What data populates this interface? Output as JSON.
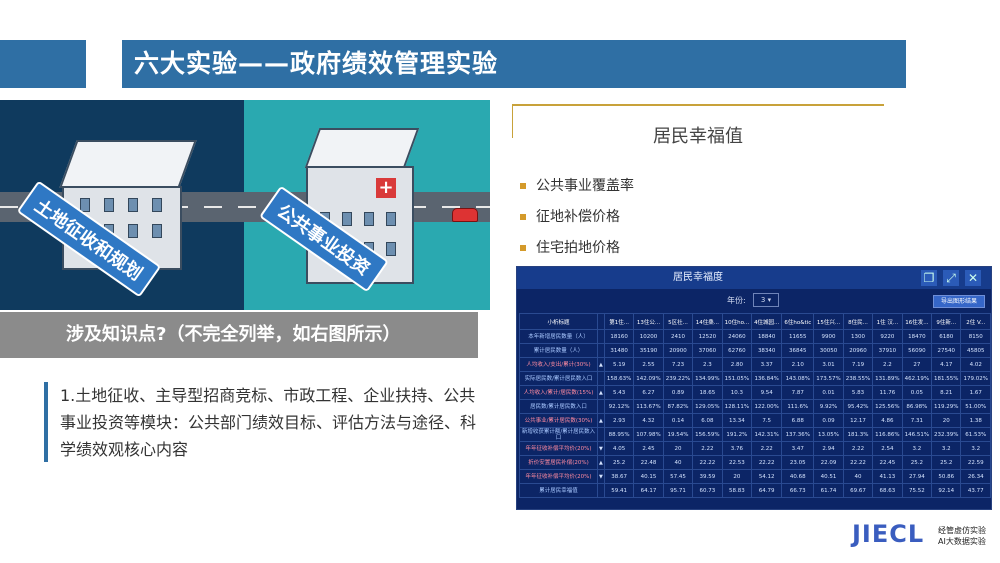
{
  "title": "六大实验——政府绩效管理实验",
  "illustration": {
    "sign_left": "土地征收和规划",
    "sign_right": "公共事业投资"
  },
  "knowledge_banner": "涉及知识点?（不完全列举，如右图所示）",
  "bullet_text": "1.土地征收、主导型招商竞标、市政工程、企业扶持、公共事业投资等模块：公共部门绩效目标、评估方法与途径、科学绩效观核心内容",
  "panel": {
    "title": "居民幸福值",
    "items": [
      "公共事业覆盖率",
      "征地补偿价格",
      "住宅拍地价格"
    ]
  },
  "dashboard": {
    "title": "居民幸福度",
    "year_label": "年份:",
    "year_value": "3",
    "export_label": "导出图形结果",
    "columns": [
      "小析标题",
      "",
      "第1住...",
      "13住公...",
      "5区社...",
      "14住桑...",
      "10住ho...",
      "4住城园...",
      "6住ho&tic",
      "15住兴...",
      "8住民...",
      "1住 汉...",
      "16住发...",
      "9住新...",
      "2住 V..."
    ],
    "rows": [
      {
        "label": "本年新增居民数量（人）",
        "marker": "",
        "values": [
          "18160",
          "10200",
          "2410",
          "12520",
          "24060",
          "18840",
          "11655",
          "9900",
          "1300",
          "9220",
          "18470",
          "6180",
          "8150"
        ]
      },
      {
        "label": "累计居民数量（人）",
        "marker": "",
        "values": [
          "31480",
          "35190",
          "20900",
          "37060",
          "62760",
          "38340",
          "36845",
          "30050",
          "20960",
          "37910",
          "56090",
          "27540",
          "45805"
        ]
      },
      {
        "label": "人均收入/支出/累计(30%)",
        "marker": "▲",
        "values": [
          "5.19",
          "2.55",
          "7.23",
          "2.3",
          "2.80",
          "3.37",
          "2.10",
          "3.01",
          "7.19",
          "2.2",
          "27",
          "4.17",
          "4.02"
        ]
      },
      {
        "label": "实际居民数/累计居民数入口",
        "marker": "",
        "values": [
          "158.63%",
          "142.09%",
          "239.22%",
          "134.99%",
          "151.05%",
          "136.84%",
          "143.08%",
          "173.57%",
          "238.55%",
          "131.89%",
          "462.19%",
          "181.55%",
          "179.02%"
        ]
      },
      {
        "label": "人均收入/累计/居民数(15%)",
        "marker": "▲",
        "values": [
          "5.43",
          "6.27",
          "0.89",
          "18.65",
          "10.3",
          "9.54",
          "7.87",
          "0.01",
          "5.83",
          "11.76",
          "0.05",
          "8.21",
          "1.67"
        ]
      },
      {
        "label": "居民数/累计居民数入口",
        "marker": "",
        "values": [
          "92.12%",
          "113.67%",
          "87.82%",
          "129.05%",
          "128.11%",
          "122.00%",
          "111.6%",
          "9.92%",
          "95.42%",
          "125.56%",
          "86.98%",
          "119.29%",
          "51.00%"
        ]
      },
      {
        "label": "公共事业/累计居民数(30%)",
        "marker": "▲",
        "values": [
          "2.93",
          "4.32",
          "0.14",
          "6.08",
          "13.34",
          "7.5",
          "6.88",
          "0.09",
          "12.17",
          "4.86",
          "7.31",
          "20",
          "1.38"
        ]
      },
      {
        "label": "新增收获累计额/累计居民数入口",
        "marker": "",
        "values": [
          "88.95%",
          "107.98%",
          "19.54%",
          "156.59%",
          "191.2%",
          "142.31%",
          "137.36%",
          "13.05%",
          "181.3%",
          "116.86%",
          "146.51%",
          "232.39%",
          "61.53%"
        ]
      },
      {
        "label": "年年征收补偿平均价(20%)",
        "marker": "▼",
        "values": [
          "4.05",
          "2.45",
          "20",
          "2.22",
          "3.76",
          "2.22",
          "3.47",
          "2.94",
          "2.22",
          "2.54",
          "3.2",
          "3.2",
          "3.2"
        ]
      },
      {
        "label": "折价安置居民补偿(20%)",
        "marker": "▲",
        "values": [
          "25.2",
          "22.48",
          "40",
          "22.22",
          "22.53",
          "22.22",
          "23.05",
          "22.09",
          "22.22",
          "22.45",
          "25.2",
          "25.2",
          "22.59"
        ]
      },
      {
        "label": "年年征收补偿平均价(20%)",
        "marker": "▼",
        "values": [
          "38.67",
          "40.15",
          "57.45",
          "39.59",
          "20",
          "54.12",
          "40.68",
          "40.51",
          "40",
          "41.13",
          "27.94",
          "50.86",
          "26.34"
        ]
      },
      {
        "label": "累计居民幸福值",
        "marker": "",
        "values": [
          "59.41",
          "64.17",
          "95.71",
          "60.73",
          "58.83",
          "64.79",
          "66.73",
          "61.74",
          "69.67",
          "68.63",
          "75.52",
          "92.14",
          "43.77"
        ]
      }
    ]
  },
  "logo": {
    "text": "JIECL",
    "line1": "经管虚仿实验",
    "line2": "AI大数据实验"
  },
  "colors": {
    "primary": "#2f6fa4",
    "dashboard_bg": "#0c2566",
    "accent": "#d49a2a"
  }
}
